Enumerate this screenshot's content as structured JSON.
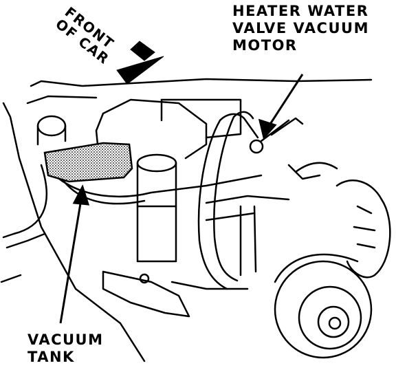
{
  "labels": {
    "front_line1": "FRONT",
    "front_line2": "OF CAR",
    "heater_line1": "HEATER WATER",
    "heater_line2": "VALVE VACUUM",
    "heater_line3": "MOTOR",
    "tank_line1": "VACUUM",
    "tank_line2": "TANK"
  },
  "colors": {
    "ink": "#000000",
    "paper": "#ffffff"
  }
}
